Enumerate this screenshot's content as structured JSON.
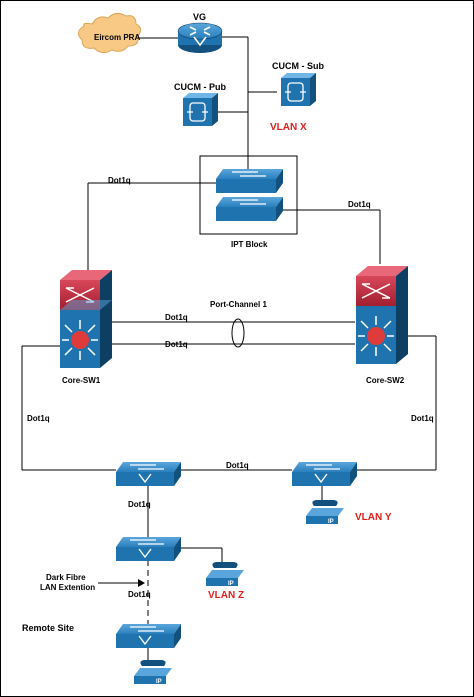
{
  "labels": {
    "vg": "VG",
    "eircom": "Eircom PRA",
    "cucm_pub": "CUCM - Pub",
    "cucm_sub": "CUCM - Sub",
    "vlan_x": "VLAN X",
    "ipt_block": "IPT Block",
    "dot1q_ipt_left": "Dot1q",
    "dot1q_ipt_right": "Dot1q",
    "port_channel": "Port-Channel 1",
    "dot1q_pc_top": "Dot1q",
    "dot1q_pc_bottom": "Dot1q",
    "core_sw1": "Core-SW1",
    "core_sw2": "Core-SW2",
    "dot1q_left": "Dot1q",
    "dot1q_right": "Dot1q",
    "dot1q_access": "Dot1q",
    "dot1q_down1": "Dot1q",
    "dot1q_down2": "Dot1q",
    "vlan_y": "VLAN Y",
    "vlan_z": "VLAN Z",
    "dark_fibre_line1": "Dark Fibre",
    "dark_fibre_line2": "LAN Extention",
    "remote_site": "Remote Site",
    "phone_ip": "IP"
  },
  "colors": {
    "line": "#000000",
    "device_blue": "#1f73ae",
    "device_dark": "#12507d",
    "core_red": "#b3293b",
    "cloud": "#f7c984",
    "vlan_text": "#e0201c"
  },
  "icons": {
    "router": "router-icon",
    "server": "call-manager-icon",
    "switch": "workgroup-switch-icon",
    "core": "multilayer-switch-icon",
    "phone": "ip-phone-icon",
    "cloud": "pstn-cloud-icon"
  }
}
